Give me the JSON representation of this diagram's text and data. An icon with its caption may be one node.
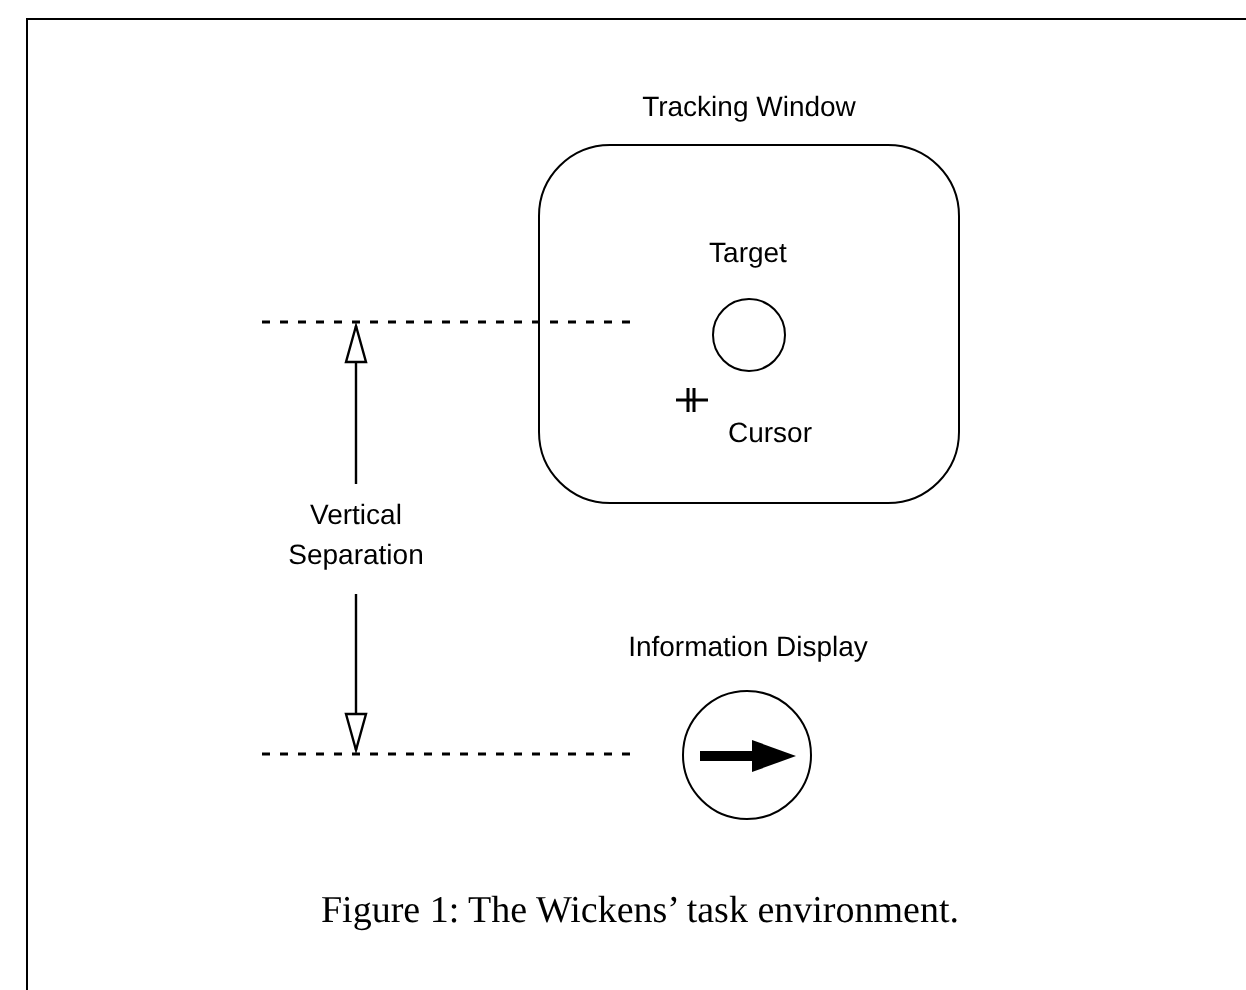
{
  "diagram": {
    "caption": "Figure 1: The Wickens’ task environment.",
    "nodes": [
      {
        "text": [
          "Tracking Window"
        ]
      },
      {
        "text": [
          "Target"
        ],
        "in": 0
      },
      {
        "text": [
          "Cursor"
        ],
        "in": 0
      },
      {
        "text": [
          "Information Display"
        ]
      }
    ],
    "labels": [
      "Vertical Separation"
    ]
  }
}
